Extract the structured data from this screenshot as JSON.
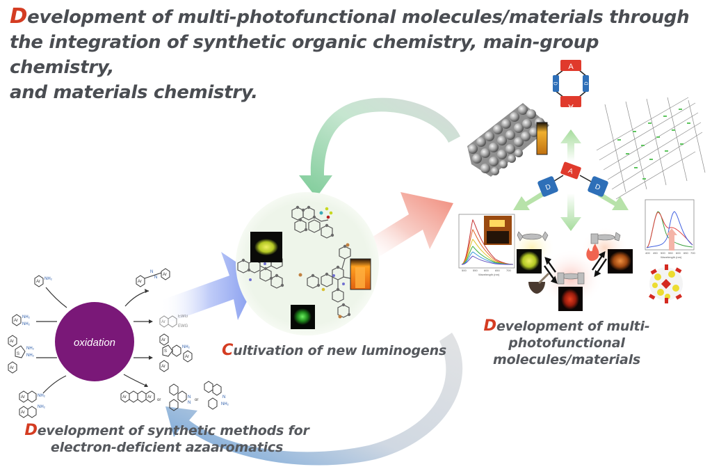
{
  "title": {
    "initial": "D",
    "rest_line1": "evelopment of multi-photofunctional molecules/materials through",
    "line2": "the integration of synthetic organic chemistry, main-group chemistry,",
    "line3": "and materials chemistry."
  },
  "captions": {
    "synthesis": {
      "initial": "D",
      "line1": "evelopment of synthetic methods for",
      "line2": "electron-deficient azaaromatics"
    },
    "luminogens": {
      "initial": "C",
      "rest": "ultivation of new luminogens"
    },
    "materials": {
      "initial": "D",
      "line1": "evelopment of multi-photofunctional",
      "line2": "molecules/materials"
    }
  },
  "oxidation_hub": {
    "label": "oxidation",
    "color": "#7a1878",
    "reactants": [
      {
        "name": "aryl-amine",
        "labels": [
          "Ar",
          "NH2"
        ]
      },
      {
        "name": "aryl-diamine",
        "labels": [
          "Ar",
          "NH2",
          "NH2"
        ]
      },
      {
        "name": "thiophene-diamine",
        "labels": [
          "Ar",
          "S",
          "NH2",
          "NH2",
          "Ar"
        ]
      },
      {
        "name": "binaphthyl-diamine",
        "labels": [
          "Ar",
          "NH2",
          "NH2",
          "Ar"
        ]
      }
    ],
    "products": [
      {
        "name": "azobenzene",
        "labels": [
          "Ar",
          "N",
          "N",
          "Ar"
        ]
      },
      {
        "name": "quinoxaline",
        "labels": [
          "Ar",
          "N",
          "N",
          "EWG",
          "EWG"
        ]
      },
      {
        "name": "thienopyrazine",
        "labels": [
          "Ar",
          "S",
          "N",
          "N",
          "NH2",
          "Ar",
          "Ar"
        ]
      },
      {
        "name": "polycyclic-azaaromatics",
        "labels": [
          "Ar",
          "N",
          "N",
          "Ar",
          "or",
          "N",
          "N",
          "or",
          "N",
          "NH2"
        ]
      }
    ]
  },
  "donor_acceptor": {
    "acceptor_label": "A",
    "donor_label": "D",
    "acceptor_color": "#e03a2c",
    "donor_color": "#2e6fb8"
  },
  "spectra_axis": {
    "left_ticks": [
      "500",
      "550",
      "600",
      "650",
      "700"
    ],
    "left_xlabel": "Wavelength (nm)",
    "right_ticks": [
      "400",
      "450",
      "500",
      "550",
      "600",
      "650",
      "700"
    ],
    "right_xlabel": "Wavelength (nm)"
  },
  "colors": {
    "accent_red": "#d43c22",
    "text_gray": "#4a4d52",
    "arrow_blue": "#8ea4f0",
    "arrow_green": "#8fd0a5",
    "arrow_red": "#f19a8c",
    "arrow_gray": "#d4d6d8"
  }
}
